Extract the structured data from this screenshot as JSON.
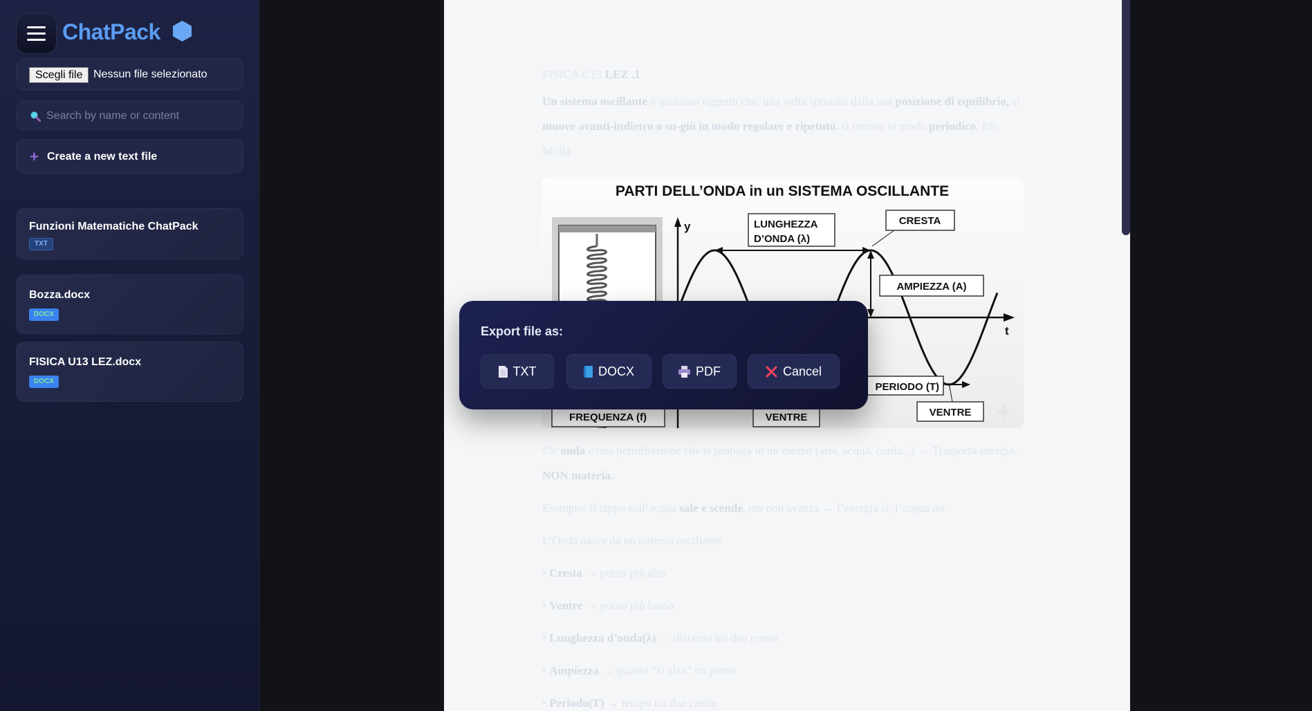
{
  "app": {
    "name": "ChatPack"
  },
  "sidebar": {
    "file_input": {
      "button": "Scegli file",
      "status": "Nessun file selezionato"
    },
    "search": {
      "placeholder": "Search by name or content"
    },
    "create_label": "Create a new text file",
    "files": [
      {
        "name": "Funzioni Matematiche ChatPack",
        "type": "TXT"
      },
      {
        "name": "Bozza.docx",
        "type": "DOCX"
      },
      {
        "name": "FISICA U13 LEZ.docx",
        "type": "DOCX"
      }
    ]
  },
  "document": {
    "before": [
      [
        {
          "t": "FISICA U13 "
        },
        {
          "t": "LEZ .1",
          "b": true
        }
      ],
      [
        {
          "t": "Un sistema oscillante",
          "b": true
        },
        {
          "t": " è qualsiasi oggetto che, una volta spostato dalla sua "
        },
        {
          "t": "posizione di equilibrio,",
          "b": true
        },
        {
          "t": " si "
        },
        {
          "t": "muove avanti-indietro o su-giù in modo regolare e ripetuto.",
          "b": true
        },
        {
          "t": " si muove in modo "
        },
        {
          "t": "periodico",
          "b": true
        },
        {
          "t": ". ES: Molla"
        }
      ]
    ],
    "after": [
      [
        {
          "t": "Un’"
        },
        {
          "t": "onda",
          "b": true
        },
        {
          "t": " è una perturbazione che si propaga in un mezzo (aria, acqua, corda...) → Trasporta energia, "
        },
        {
          "t": "NON materia.",
          "b": true
        }
      ],
      [
        {
          "t": "Esempio: il tappo sull’acqua "
        },
        {
          "t": "sale e scende",
          "b": true
        },
        {
          "t": ", ma non avanza → l’energia sì, l’acqua no."
        }
      ],
      [
        {
          "t": "L’Onda nasce da un sistema oscillante"
        }
      ],
      [
        {
          "t": "• "
        },
        {
          "t": "Cresta",
          "b": true
        },
        {
          "t": " → punto più alto"
        }
      ],
      [
        {
          "t": "• "
        },
        {
          "t": "Ventre",
          "b": true
        },
        {
          "t": " → punto più basso"
        }
      ],
      [
        {
          "t": "• "
        },
        {
          "t": "Lunghezza d’onda(λ)",
          "b": true
        },
        {
          "t": " → distanza tra due creste"
        }
      ],
      [
        {
          "t": "• "
        },
        {
          "t": "Ampiezza",
          "b": true
        },
        {
          "t": " → quanto “si alza” un punto"
        }
      ],
      [
        {
          "t": "• "
        },
        {
          "t": "Periodo(T)",
          "b": true
        },
        {
          "t": " → tempo tra due creste"
        }
      ]
    ],
    "diagram": {
      "title": "PARTI DELL’ONDA in un SISTEMA OSCILLANTE",
      "y_axis": "y",
      "t_axis": "t",
      "wavelength_1": "LUNGHEZZA",
      "wavelength_2": "D’ONDA (λ)",
      "crest": "CRESTA",
      "amplitude": "AMPIEZZA (A)",
      "period": "PERIODO (T)",
      "trough_right": "VENTRE",
      "frequency": "FREQUENZA (f)",
      "trough_mid": "VENTRE"
    }
  },
  "modal": {
    "title": "Export file as:",
    "txt": "TXT",
    "docx": "DOCX",
    "pdf": "PDF",
    "cancel": "Cancel"
  },
  "colors": {
    "accent": "#5a9cf2",
    "cancel": "#f0425a",
    "doc_bg": "#f4f6f8"
  }
}
